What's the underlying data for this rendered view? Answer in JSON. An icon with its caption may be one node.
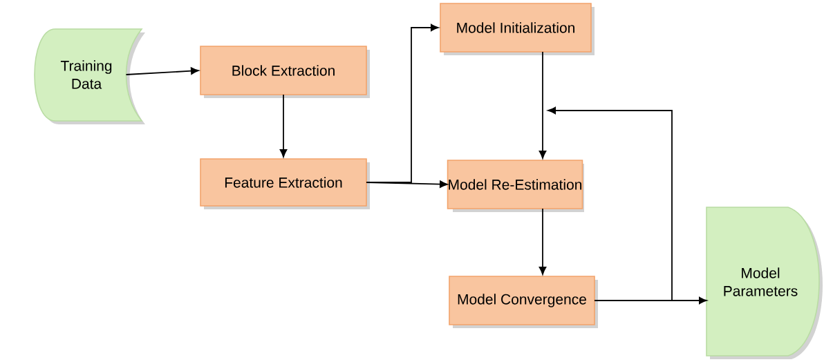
{
  "diagram": {
    "nodes": [
      {
        "text": [
          "Training Data"
        ]
      },
      {
        "text": [
          "Block Extraction"
        ]
      },
      {
        "text": [
          "Feature Extraction"
        ]
      },
      {
        "text": [
          "Model Initialization"
        ]
      },
      {
        "text": [
          "Model Re-Estimation"
        ]
      },
      {
        "text": [
          "Model Convergence"
        ]
      },
      {
        "text": [
          "Model Parameters"
        ]
      }
    ],
    "edges": [
      {
        "from": 0,
        "to": 1,
        "arrow": "to"
      },
      {
        "from": 1,
        "to": 2,
        "arrow": "to"
      },
      {
        "from": 2,
        "to": 3,
        "arrow": "to"
      },
      {
        "from": 2,
        "to": 4,
        "arrow": "to"
      },
      {
        "from": 3,
        "to": 4,
        "arrow": "to"
      },
      {
        "from": 4,
        "to": 5,
        "arrow": "to"
      },
      {
        "from": 5,
        "to": 6,
        "arrow": "to"
      },
      {
        "from": 5,
        "to": 4,
        "arrow": "to"
      }
    ]
  }
}
